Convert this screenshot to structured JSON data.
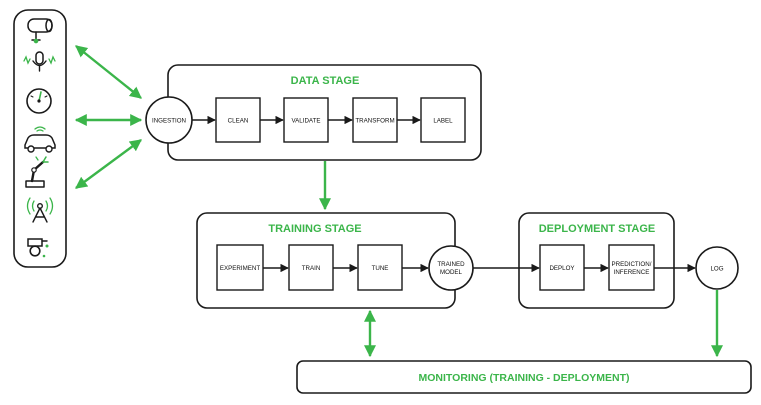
{
  "colors": {
    "accent": "#3bb54a",
    "stroke": "#1a1a1a",
    "background": "#ffffff"
  },
  "sources": {
    "icons": [
      "cctv-camera-icon",
      "microphone-icon",
      "gauge-icon",
      "connected-car-icon",
      "robot-arm-icon",
      "radio-tower-icon",
      "valve-sensor-icon"
    ]
  },
  "data_stage": {
    "title": "DATA STAGE",
    "ingestion": "INGESTION",
    "steps": [
      "CLEAN",
      "VALIDATE",
      "TRANSFORM",
      "LABEL"
    ]
  },
  "training_stage": {
    "title": "TRAINING STAGE",
    "steps": [
      "EXPERIMENT",
      "TRAIN",
      "TUNE"
    ],
    "trained_model": [
      "TRAINED",
      "MODEL"
    ]
  },
  "deployment_stage": {
    "title": "DEPLOYMENT STAGE",
    "steps": [
      "DEPLOY"
    ],
    "prediction": [
      "PREDICTION/",
      "INFERENCE"
    ],
    "log": "LOG"
  },
  "monitoring": {
    "label": "MONITORING (TRAINING - DEPLOYMENT)"
  }
}
